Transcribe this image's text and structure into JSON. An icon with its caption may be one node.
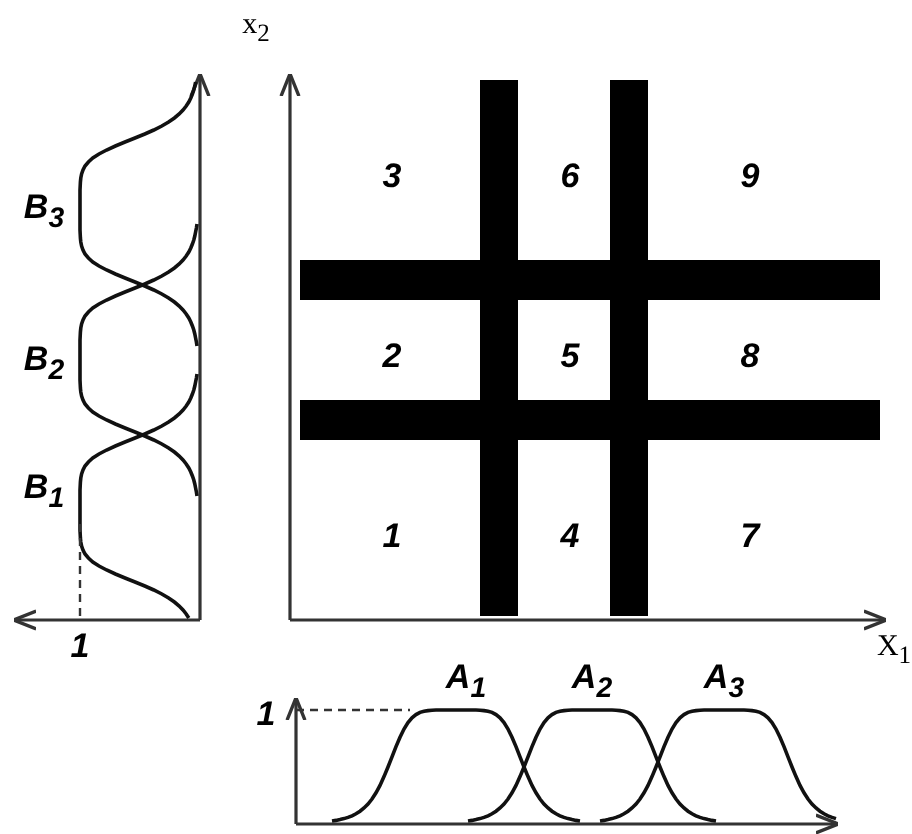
{
  "diagram": {
    "labels": [
      "x$_{2}$",
      "3",
      "6",
      "9",
      "B$_{3}$",
      "2",
      "5",
      "8",
      "B$_{2}$",
      "B$_{1}$",
      "1",
      "4",
      "7",
      "1",
      "X$_{1}$",
      "1",
      "A$_{1}$",
      "A$_{2}$",
      "A$_{3}$"
    ]
  }
}
